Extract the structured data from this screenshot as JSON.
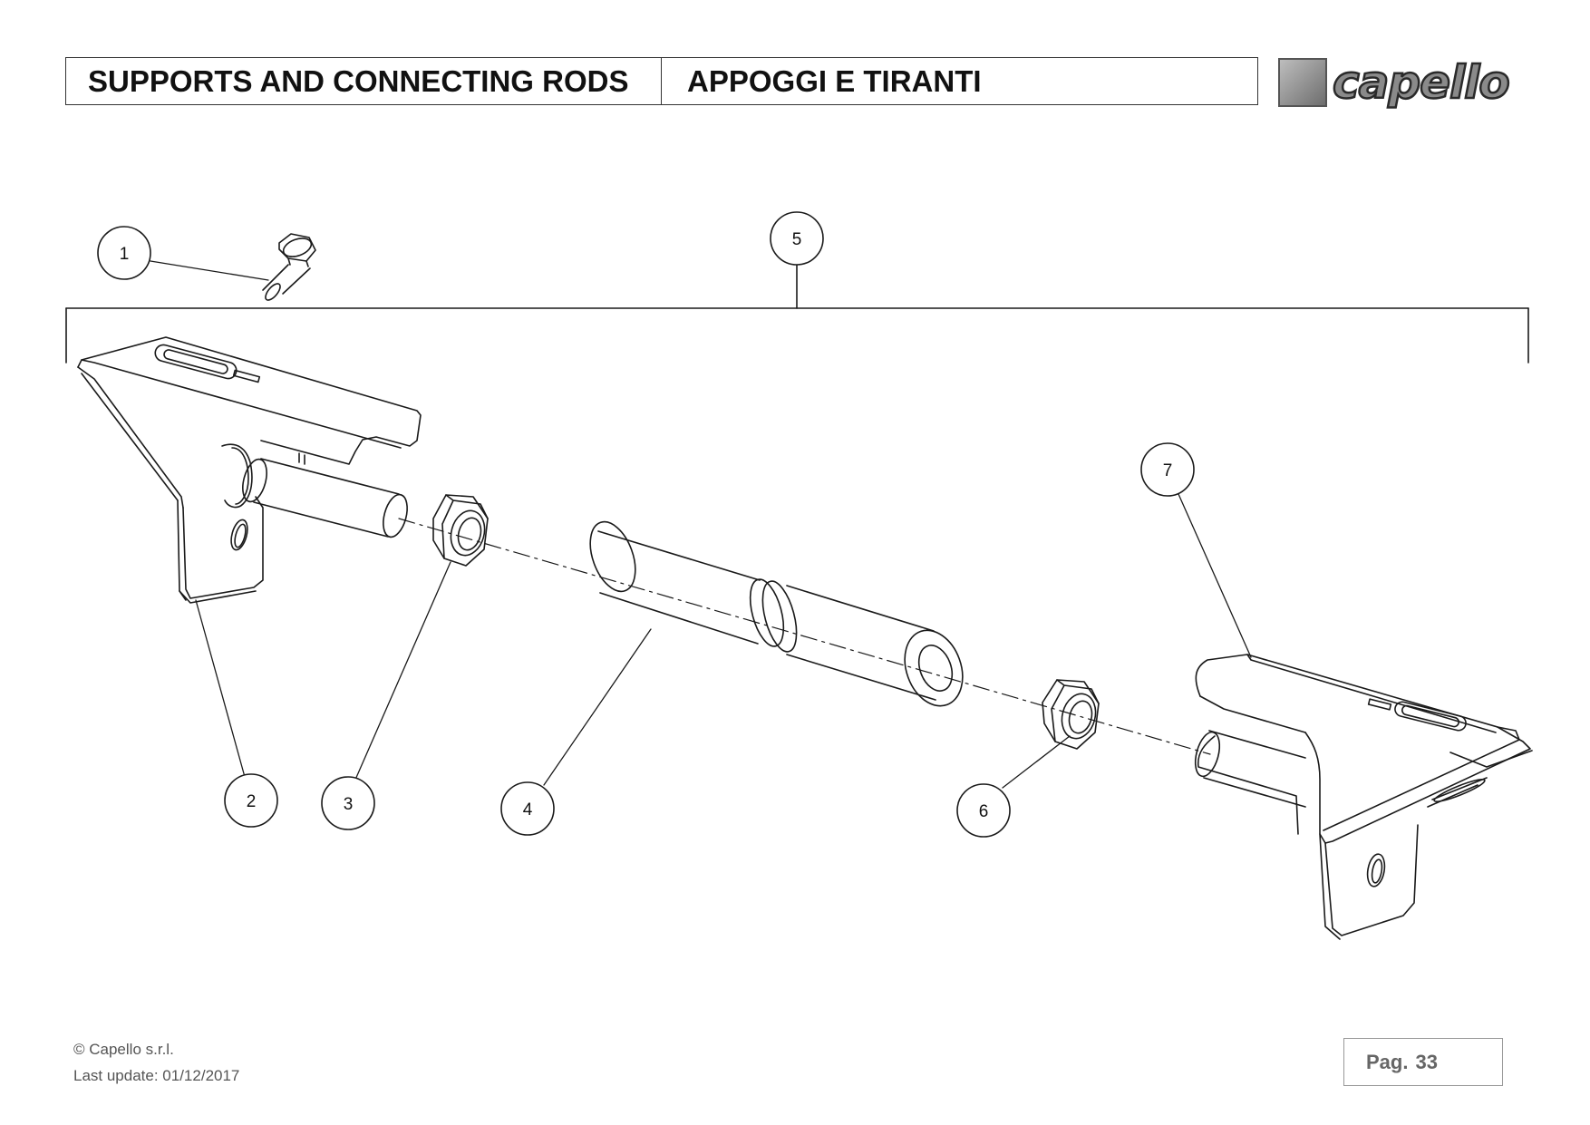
{
  "header": {
    "title_en": "SUPPORTS AND CONNECTING RODS",
    "title_it": "APPOGGI E TIRANTI",
    "logo_text": "capello"
  },
  "callouts": [
    {
      "id": "1",
      "label": "1"
    },
    {
      "id": "2",
      "label": "2"
    },
    {
      "id": "3",
      "label": "3"
    },
    {
      "id": "4",
      "label": "4"
    },
    {
      "id": "5",
      "label": "5"
    },
    {
      "id": "6",
      "label": "6"
    },
    {
      "id": "7",
      "label": "7"
    }
  ],
  "footer": {
    "copyright": "© Capello s.r.l.",
    "last_update": "Last update: 01/12/2017",
    "page_label": "Pag.",
    "page_number": "33"
  }
}
